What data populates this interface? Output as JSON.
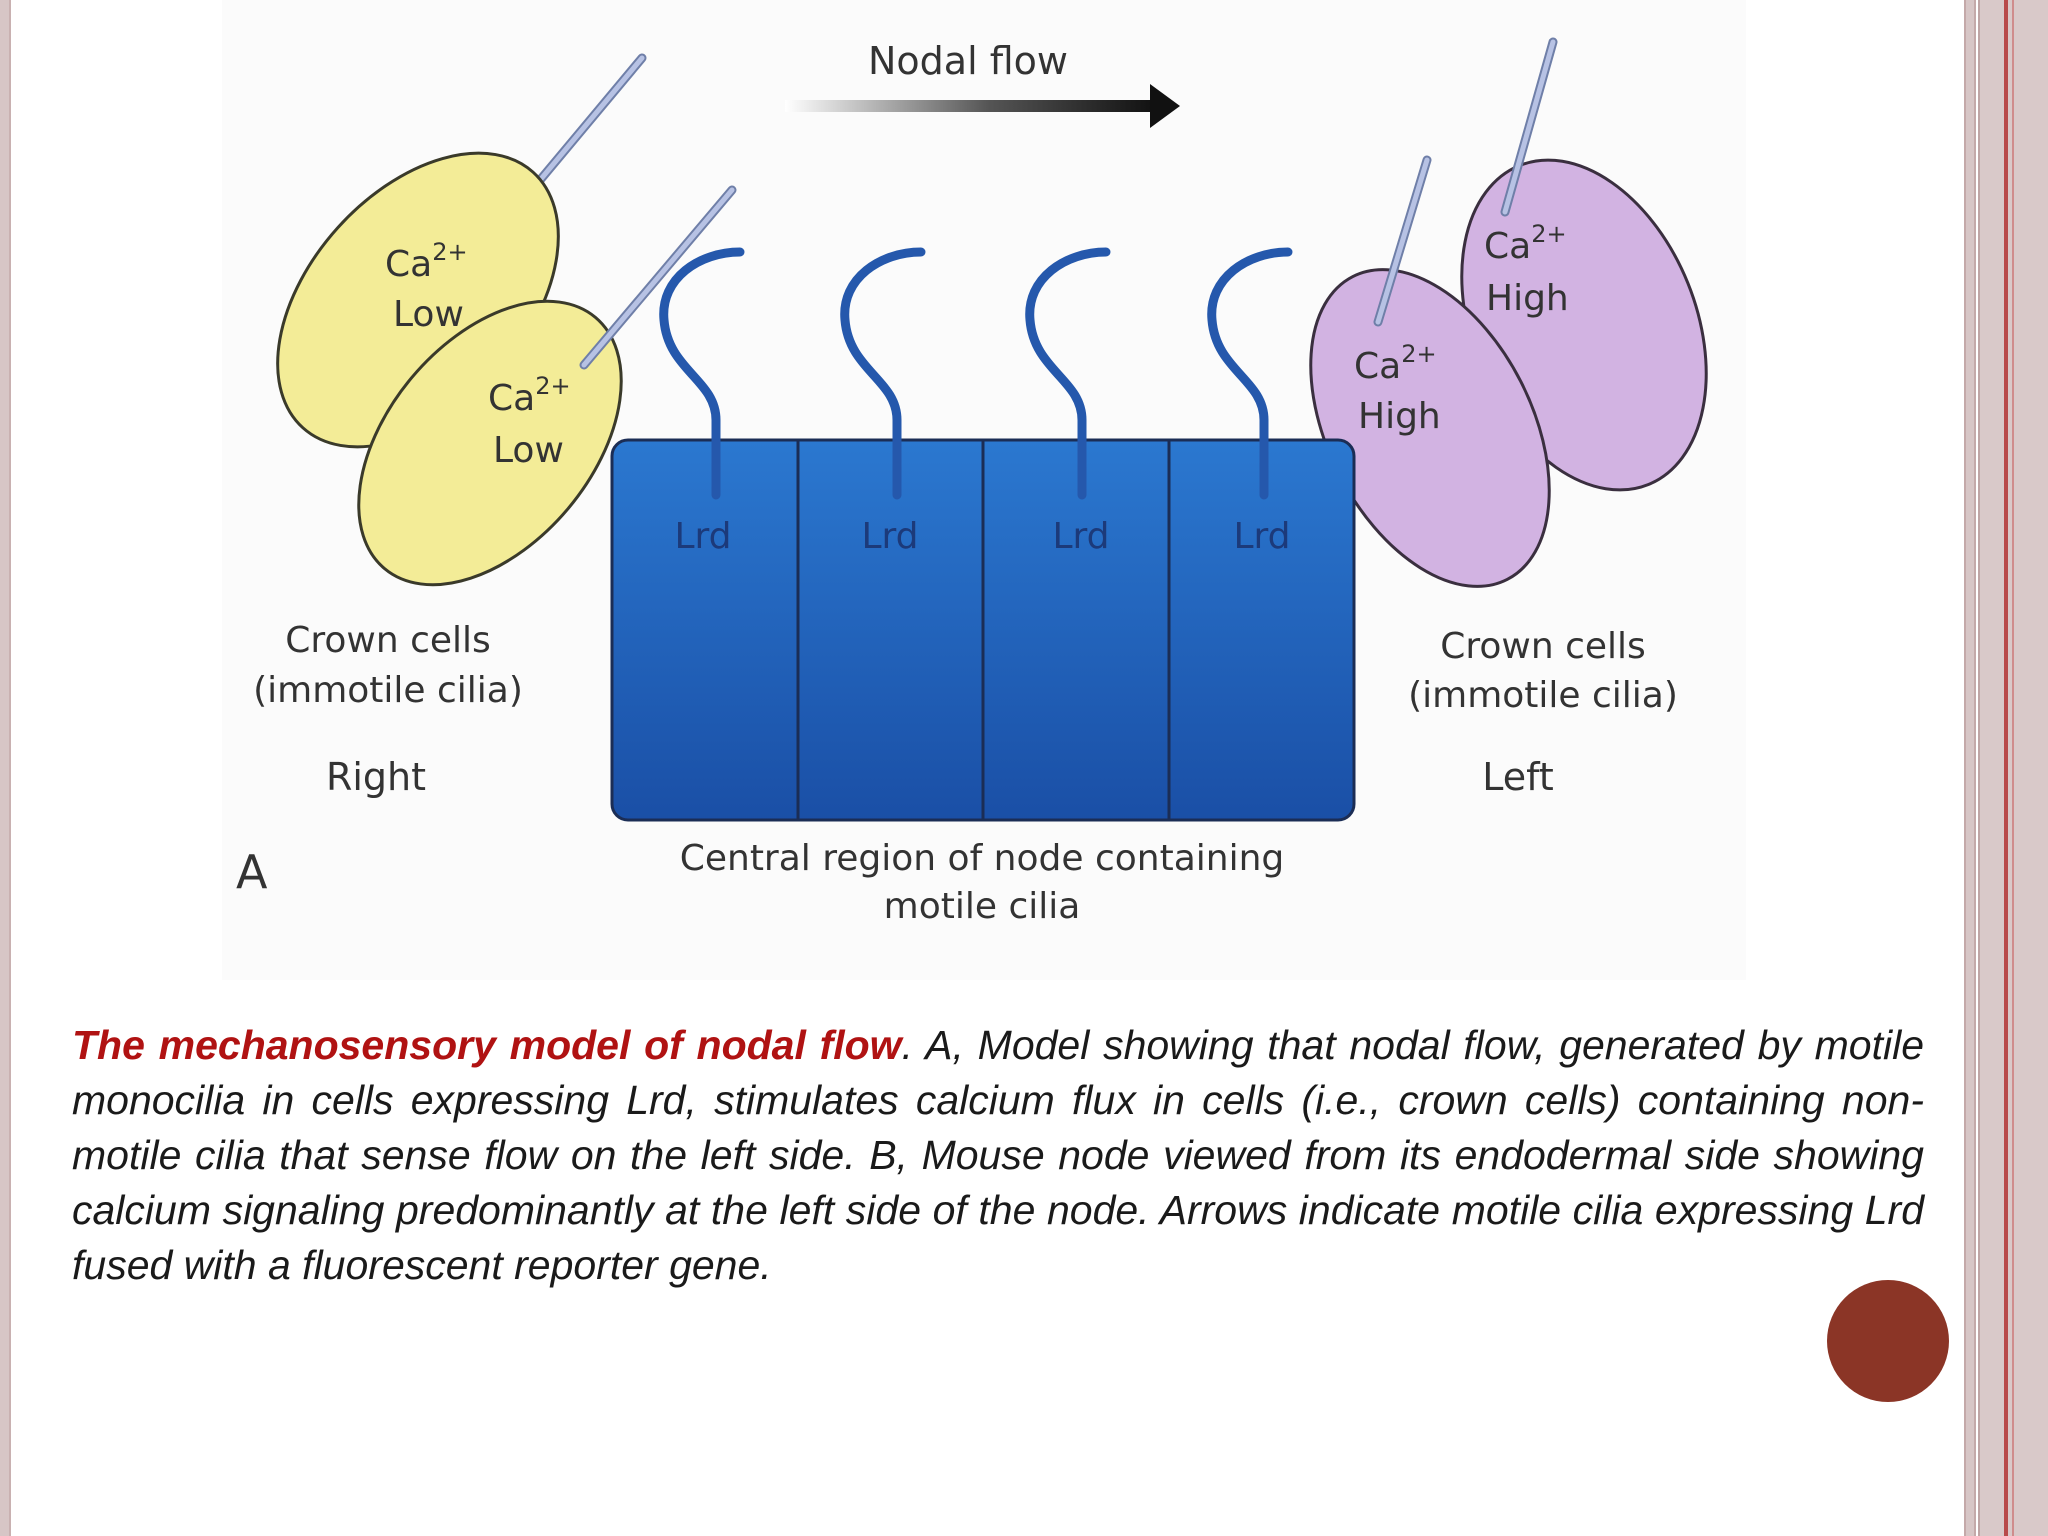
{
  "diagram": {
    "flow_label": "Nodal flow",
    "left_cells": [
      {
        "ion": "Ca",
        "charge": "2+",
        "level": "Low"
      },
      {
        "ion": "Ca",
        "charge": "2+",
        "level": "Low"
      }
    ],
    "right_cells": [
      {
        "ion": "Ca",
        "charge": "2+",
        "level": "High"
      },
      {
        "ion": "Ca",
        "charge": "2+",
        "level": "High"
      }
    ],
    "node_cells": [
      "Lrd",
      "Lrd",
      "Lrd",
      "Lrd"
    ],
    "crown_left": {
      "line1": "Crown cells",
      "line2": "(immotile cilia)",
      "side": "Right"
    },
    "crown_right": {
      "line1": "Crown cells",
      "line2": "(immotile cilia)",
      "side": "Left"
    },
    "panel_letter": "A",
    "central_label": {
      "line1": "Central region of node containing",
      "line2": "motile cilia"
    },
    "colors": {
      "yellow_cell": "#f3ec97",
      "purple_cell": "#d2b3e2",
      "node_blue": "#1d5db5",
      "cilia_blue": "#2558ac",
      "caption_title": "#b01212",
      "decor_circle": "#8b3526"
    }
  },
  "caption": {
    "title": "The mechanosensory model of nodal flow",
    "text": ". A, Model showing that nodal flow, generated by motile monocilia in cells expressing Lrd, stimulates calcium flux in cells (i.e., crown cells) containing non-motile cilia that sense flow on the left side. B, Mouse node viewed from its endodermal side showing calcium signaling predominantly at the left side of the node. Arrows indicate motile cilia expressing Lrd fused with a fluorescent reporter gene."
  }
}
